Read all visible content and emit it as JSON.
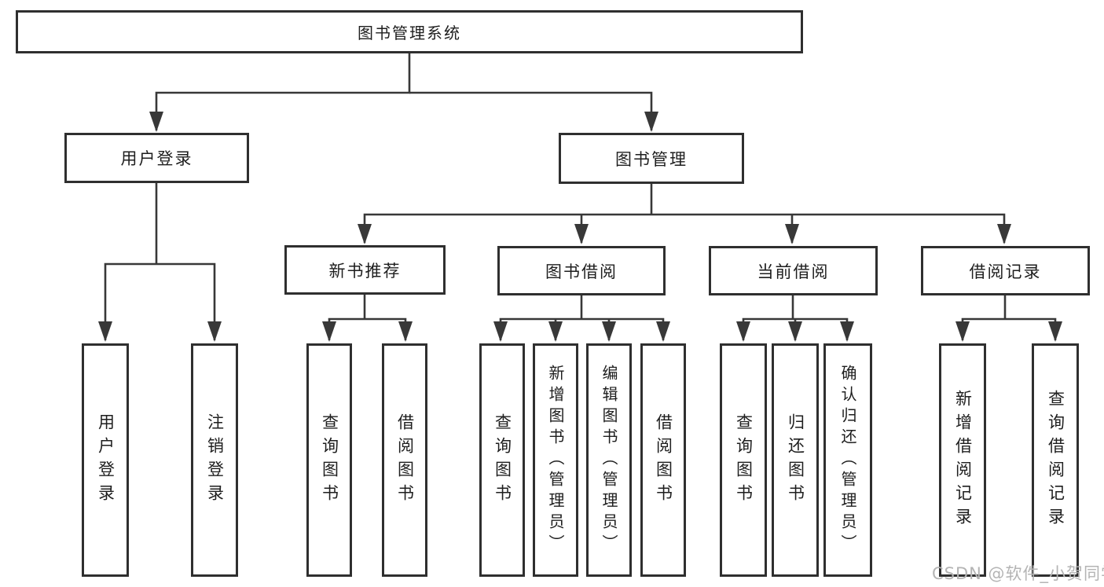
{
  "diagram": {
    "title_node": {
      "label": "图书管理系统"
    },
    "level2": [
      {
        "label": "用户登录"
      },
      {
        "label": "图书管理"
      }
    ],
    "level3": [
      {
        "label": "新书推荐"
      },
      {
        "label": "图书借阅"
      },
      {
        "label": "当前借阅"
      },
      {
        "label": "借阅记录"
      }
    ],
    "leaves": [
      {
        "label": "用户登录",
        "parent": "用户登录"
      },
      {
        "label": "注销登录",
        "parent": "用户登录"
      },
      {
        "label": "查询图书",
        "parent": "新书推荐"
      },
      {
        "label": "借阅图书",
        "parent": "新书推荐"
      },
      {
        "label": "查询图书",
        "parent": "图书借阅"
      },
      {
        "label": "新增图书（管理员）",
        "parent": "图书借阅"
      },
      {
        "label": "编辑图书（管理员）",
        "parent": "图书借阅"
      },
      {
        "label": "借阅图书",
        "parent": "图书借阅"
      },
      {
        "label": "查询图书",
        "parent": "当前借阅"
      },
      {
        "label": "归还图书",
        "parent": "当前借阅"
      },
      {
        "label": "确认归还（管理员）",
        "parent": "当前借阅"
      },
      {
        "label": "新增借阅记录",
        "parent": "借阅记录"
      },
      {
        "label": "查询借阅记录",
        "parent": "借阅记录"
      }
    ]
  },
  "watermark": {
    "text": "CSDN @软件_小贺同学"
  },
  "colors": {
    "line": "#383838",
    "border": "#2f2f2f",
    "text": "#1e1e1e",
    "watermark": "#b4b4b4",
    "background": "#ffffff"
  }
}
